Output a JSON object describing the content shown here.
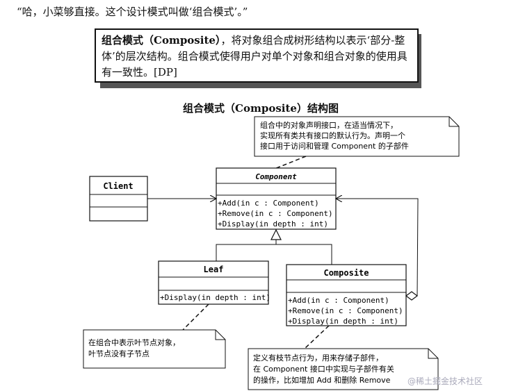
{
  "intro": "“哈，小菜够直接。这个设计模式叫做‘组合模式’。”",
  "definition": {
    "term": "组合模式（Composite）",
    "text": "，将对象组合成树形结构以表示‘部分-整体’的层次结构。组合模式使得用户对单个对象和组合对象的使用具有一致性。[DP]"
  },
  "diagram_title": "组合模式（Composite）结构图",
  "classes": {
    "client": {
      "name": "Client"
    },
    "component": {
      "name": "Component",
      "methods": [
        "+Add(in c : Component)",
        "+Remove(in c : Component)",
        "+Display(in depth : int)"
      ]
    },
    "leaf": {
      "name": "Leaf",
      "methods": [
        "+Display(in depth : int)"
      ]
    },
    "composite": {
      "name": "Composite",
      "methods": [
        "+Add(in c : Component)",
        "+Remove(in c : Component)",
        "+Display(in depth : int)"
      ]
    }
  },
  "notes": {
    "component_note": [
      "组合中的对象声明接口，在适当情况下，",
      "实现所有类共有接口的默认行为。声明一个",
      "接口用于访问和管理 Component 的子部件"
    ],
    "leaf_note": [
      "在组合中表示叶节点对象，",
      "叶节点没有子节点"
    ],
    "composite_note": [
      "定义有枝节点行为，用来存储子部件，",
      "在 Component 接口中实现与子部件有关",
      "的操作，比如增加 Add 和删除 Remove"
    ]
  },
  "watermark": "@稀土掘金技术社区"
}
